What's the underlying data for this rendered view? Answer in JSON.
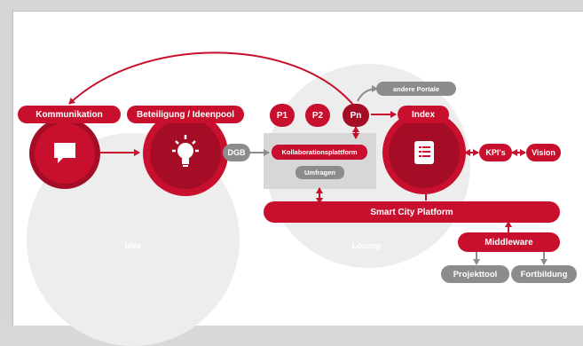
{
  "nodes": {
    "kommunikation": "Kommunikation",
    "beteiligung": "Beteiligung / Ideenpool",
    "p1": "P1",
    "p2": "P2",
    "pn": "Pn",
    "index": "Index",
    "andere_portale": "andere Portale",
    "dgb": "DGB",
    "kollaborationsplattform": "Kollaborationsplattform",
    "umfragen": "Umfragen",
    "kpis": "KPI's",
    "vision": "Vision",
    "smart_city_platform": "Smart City Platform",
    "middleware": "Middleware",
    "projekttool": "Projekttool",
    "fortbildung": "Fortbildung"
  },
  "zones": {
    "idee": "Idee",
    "loesung": "Lösung"
  },
  "icons": {
    "kommunikation": "speech-bubble-icon",
    "beteiligung": "lightbulb-icon",
    "index": "list-document-icon"
  },
  "colors": {
    "primary_red": "#c8102e",
    "dark_red": "#a50d26",
    "grey": "#8c8c8c",
    "zone_grey": "#ececec"
  }
}
